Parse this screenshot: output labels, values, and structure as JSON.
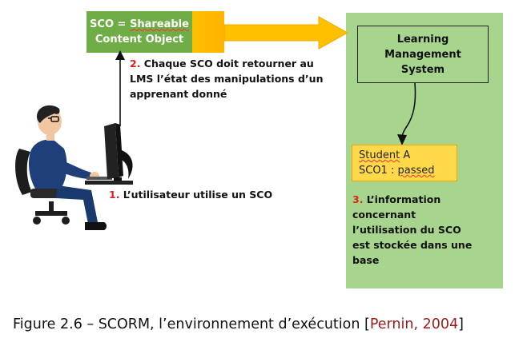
{
  "sco_box": {
    "abbr": "SCO",
    "equals": " = ",
    "word1": "Shareable",
    "line2": "Content Object"
  },
  "lms": {
    "line1": "Learning",
    "line2": "Management",
    "line3": "System"
  },
  "student": {
    "line1_a": "Student",
    "line1_b": " A",
    "line2_a": "SCO1",
    "line2_b": " : ",
    "line2_c": "passed"
  },
  "step2": {
    "num": "2.",
    "line1": " Chaque SCO doit retourner au",
    "line2": "LMS l’état des manipulations d’un",
    "line3": "apprenant donné"
  },
  "step1": {
    "num": "1.",
    "text": " L’utilisateur utilise un SCO"
  },
  "step3": {
    "num": "3.",
    "line1": " L’information",
    "line2": "concernant",
    "line3": "l’utilisation du SCO",
    "line4": "est stockée dans une",
    "line5": "base"
  },
  "caption": {
    "prefix": "Figure 2.6 – SCORM, l’environnement d’exécution [",
    "cite": "Pernin, 2004",
    "suffix": "]"
  },
  "colors": {
    "sco_green": "#6fae46",
    "sco_orange": "#ffc000",
    "lms_green": "#a8d58e",
    "student_yellow": "#ffd94a",
    "step_number_red": "#e0201b",
    "citation_red": "#9b1b1b"
  }
}
